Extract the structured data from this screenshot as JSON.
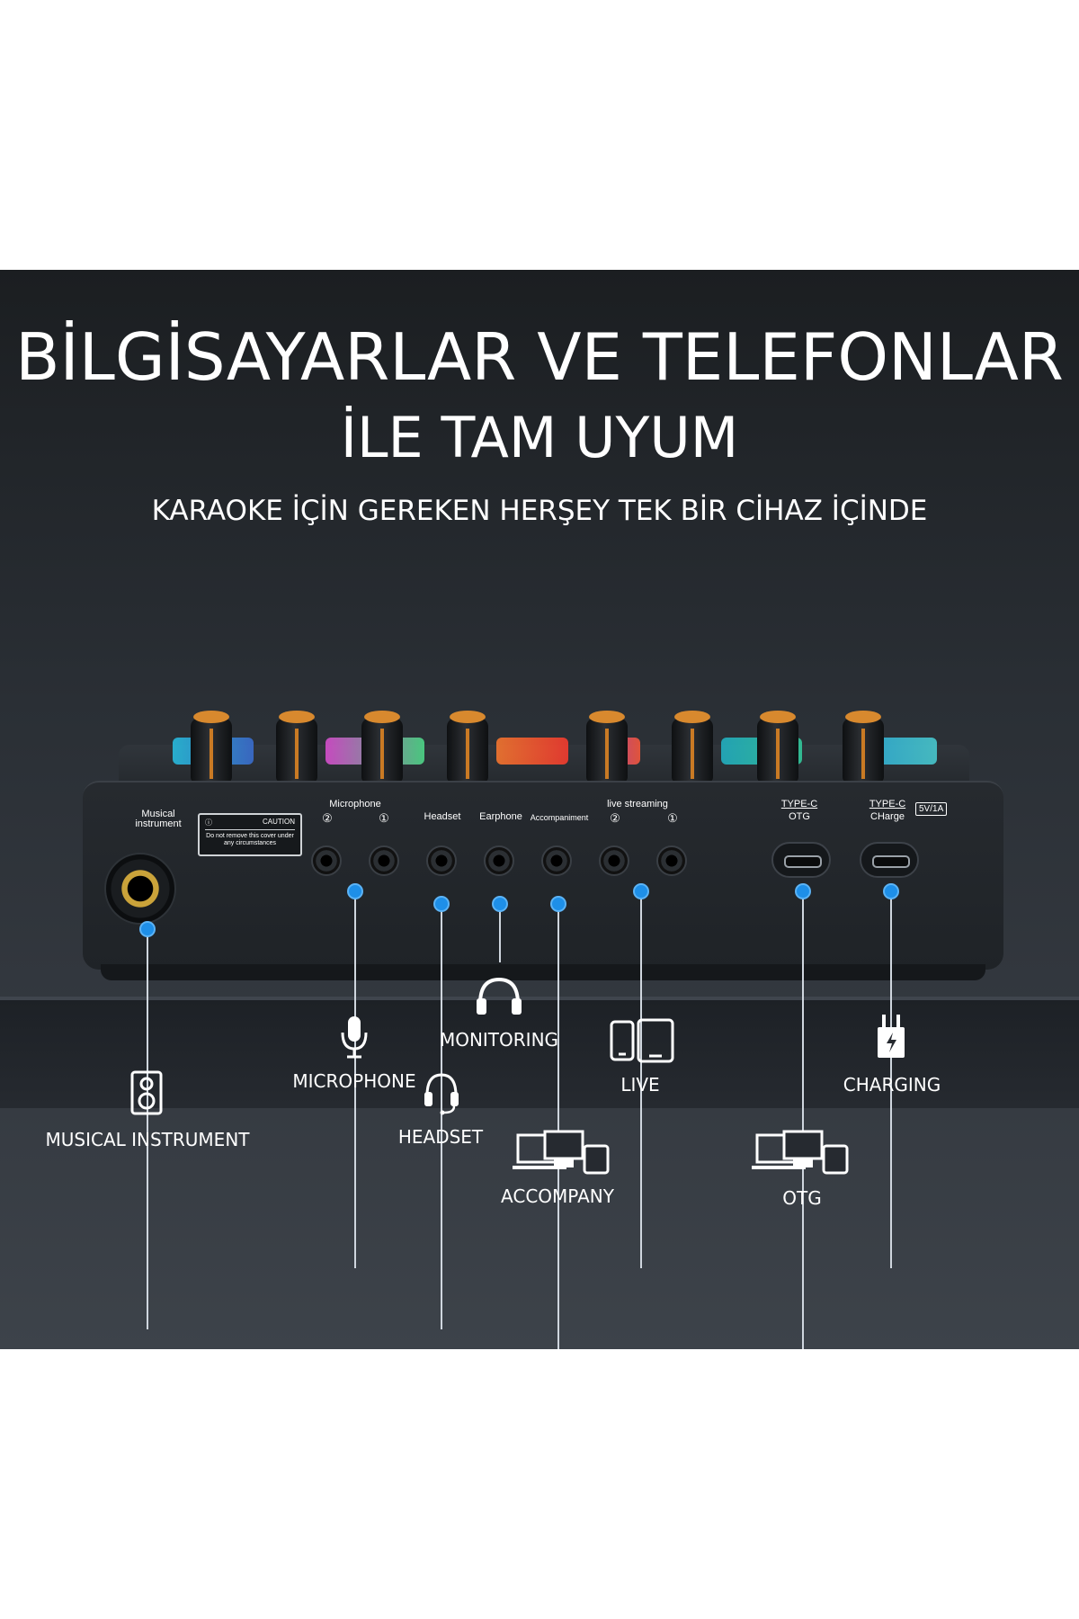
{
  "headline": {
    "line1": "BİLGİSAYARLAR VE TELEFONLAR",
    "line2": "İLE TAM UYUM",
    "subtitle": "KARAOKE İÇİN GEREKEN HERŞEY TEK BİR CİHAZ İÇİNDE"
  },
  "device": {
    "port_labels": {
      "musical_instrument": "Musical instrument",
      "microphone": "Microphone",
      "mic_2": "②",
      "mic_1": "①",
      "headset": "Headset",
      "earphone": "Earphone",
      "accompaniment": "Accompaniment",
      "live_streaming": "live streaming",
      "live_2": "②",
      "live_1": "①",
      "typec_otg_top": "TYPE-C",
      "typec_otg_bottom": "OTG",
      "typec_charge_top": "TYPE-C",
      "typec_charge_bottom": "CHarge",
      "charge_spec": "5V/1A"
    },
    "caution": {
      "title": "CAUTION",
      "text": "Do not remove this cover under any circumstances"
    }
  },
  "callouts": [
    {
      "key": "musical_instrument",
      "label": "MUSICAL INSTRUMENT",
      "icon": "speaker-icon"
    },
    {
      "key": "microphone",
      "label": "MICROPHONE",
      "icon": "microphone-icon"
    },
    {
      "key": "headset",
      "label": "HEADSET",
      "icon": "headset-icon"
    },
    {
      "key": "monitoring",
      "label": "MONITORING",
      "icon": "headphones-icon"
    },
    {
      "key": "accompany",
      "label": "ACCOMPANY",
      "icon": "devices-icon"
    },
    {
      "key": "live",
      "label": "LIVE",
      "icon": "phone-tablet-icon"
    },
    {
      "key": "otg",
      "label": "OTG",
      "icon": "devices-icon"
    },
    {
      "key": "charging",
      "label": "CHARGING",
      "icon": "charger-icon"
    }
  ],
  "colors": {
    "background_top": "#1b1e21",
    "background_bottom": "#3d434a",
    "accent_dot": "#1e8fe8",
    "knob_orange": "#d8892e",
    "jack_gold": "#caa33a"
  }
}
